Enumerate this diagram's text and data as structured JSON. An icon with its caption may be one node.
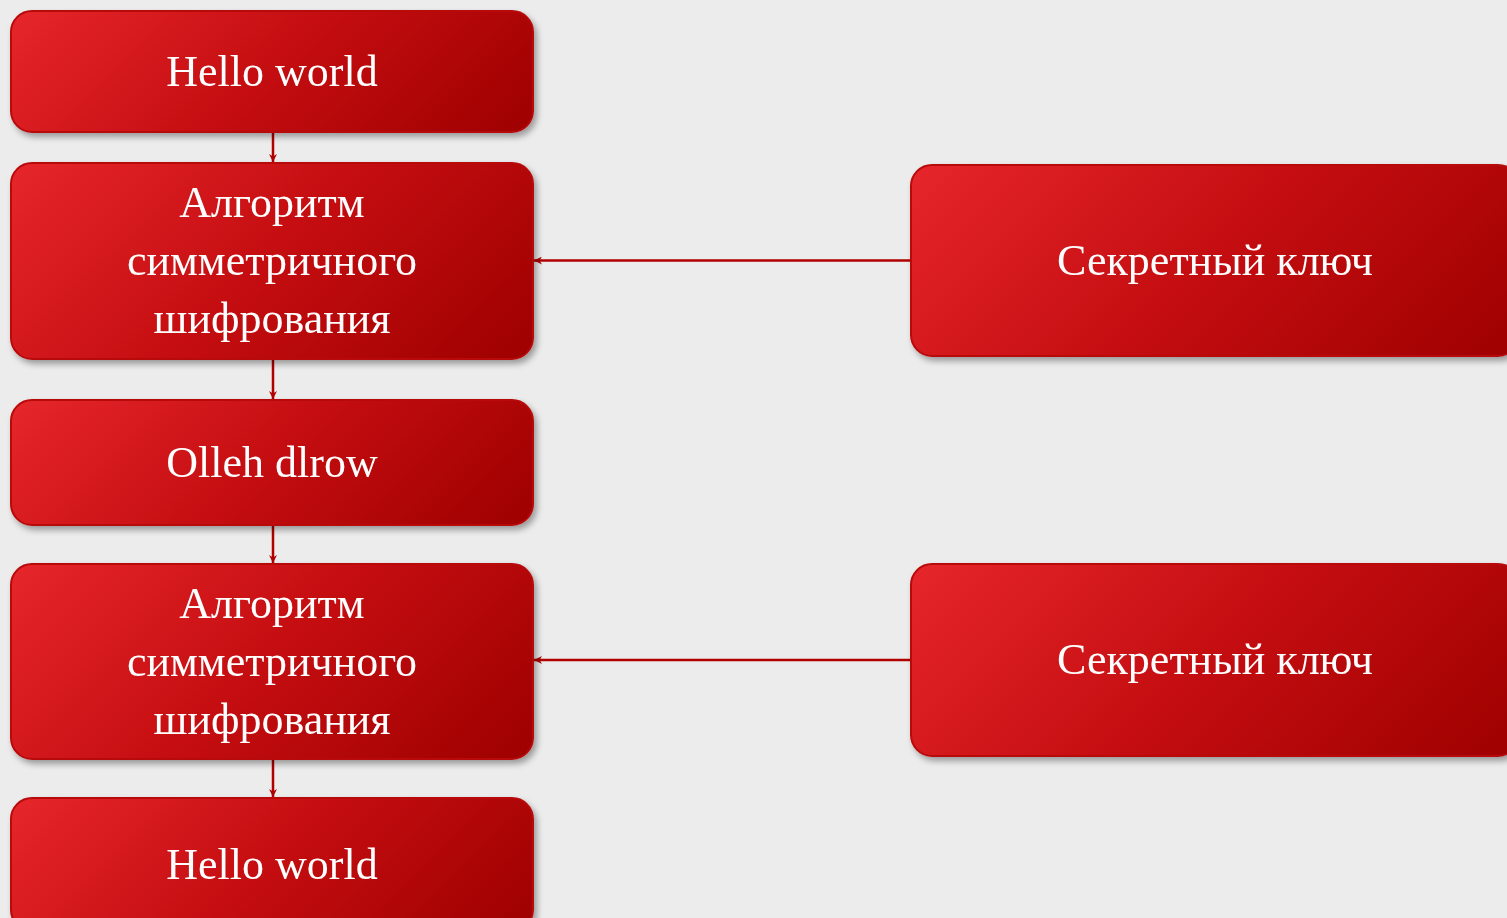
{
  "diagram": {
    "nodes": [
      {
        "text": [
          "Hello world"
        ]
      },
      {
        "text": [
          "Алгоритм симметричного шифрования"
        ]
      },
      {
        "text": [
          "Секретный ключ"
        ]
      },
      {
        "text": [
          "Olleh dlrow"
        ]
      },
      {
        "text": [
          "Алгоритм симметричного шифрования"
        ]
      },
      {
        "text": [
          "Секретный ключ"
        ]
      },
      {
        "text": [
          "Hello world"
        ]
      }
    ],
    "edges": [
      {
        "from": 0,
        "to": 1,
        "arrow": "to"
      },
      {
        "from": 2,
        "to": 1,
        "arrow": "to"
      },
      {
        "from": 1,
        "to": 3,
        "arrow": "to"
      },
      {
        "from": 3,
        "to": 4,
        "arrow": "to"
      },
      {
        "from": 5,
        "to": 4,
        "arrow": "to"
      },
      {
        "from": 4,
        "to": 6,
        "arrow": "to"
      }
    ]
  }
}
